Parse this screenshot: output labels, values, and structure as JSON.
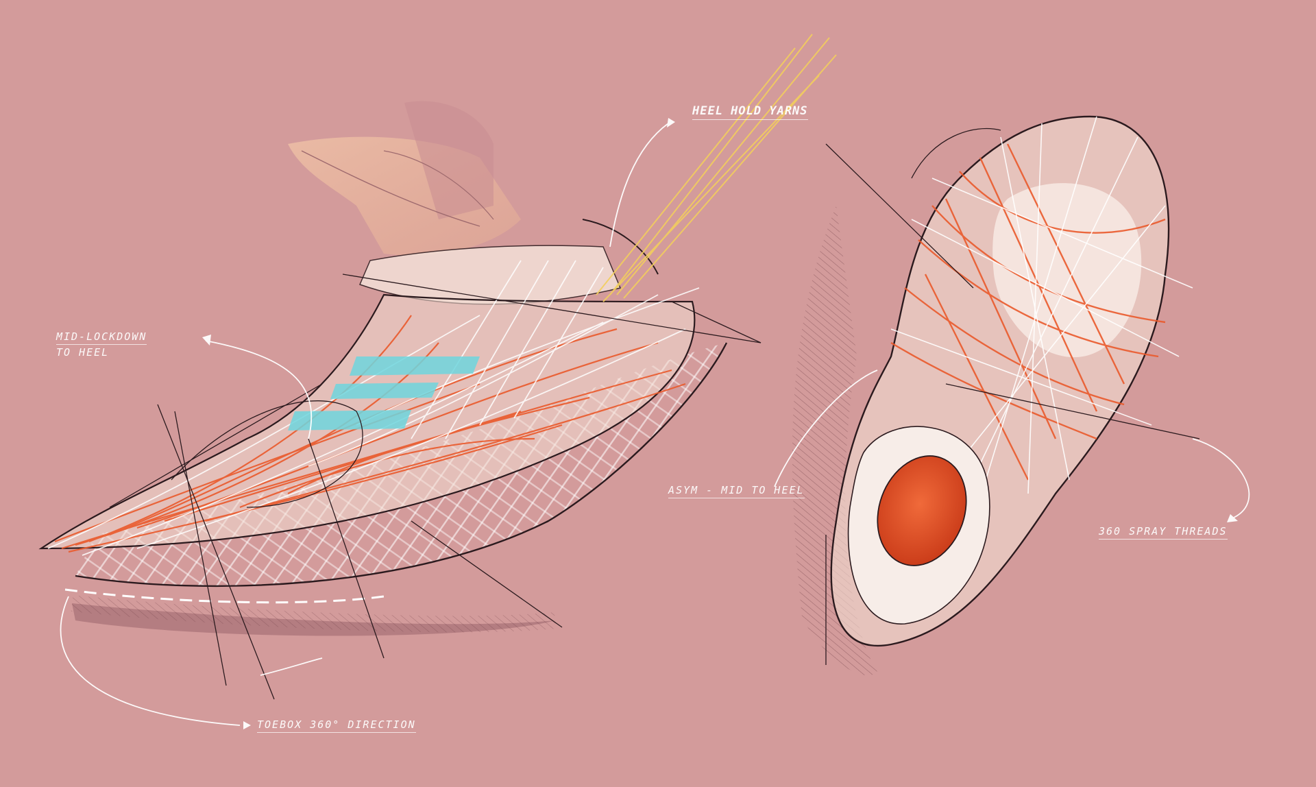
{
  "annotations": {
    "heel_hold": "HEEL HOLD YARNS",
    "mid_lockdown_line1": "MID-LOCKDOWN",
    "mid_lockdown_line2": "TO HEEL",
    "asym_mid": "ASYM - MID TO HEEL",
    "spray_threads": "360 SPRAY THREADS",
    "toebox": "TOEBOX 360° DIRECTION"
  },
  "colors": {
    "background": "#d39b9b",
    "thread_orange": "#ea5a2c",
    "thread_white": "#ffffff",
    "accent_cyan": "#6fd6de",
    "accent_yellow": "#f3cf5c",
    "ink": "#2b1a1e",
    "heel_cup": "#e24a22"
  }
}
